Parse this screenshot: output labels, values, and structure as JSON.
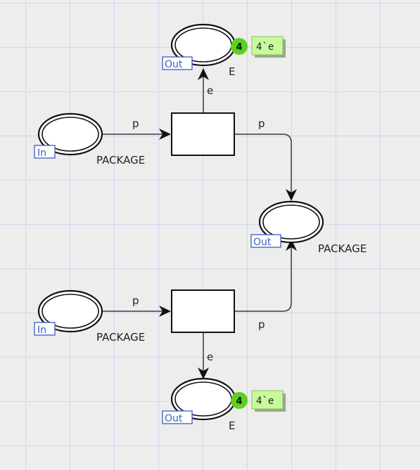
{
  "places": [
    {
      "id": "in_top",
      "type": "PACKAGE",
      "port": "In"
    },
    {
      "id": "out_top",
      "type": "E",
      "port": "Out",
      "token_count": "4",
      "marking": "4`e"
    },
    {
      "id": "out_middle",
      "type": "PACKAGE",
      "port": "Out"
    },
    {
      "id": "in_bottom",
      "type": "PACKAGE",
      "port": "In"
    },
    {
      "id": "out_bottom",
      "type": "E",
      "port": "Out",
      "token_count": "4",
      "marking": "4`e"
    }
  ],
  "arcs": [
    {
      "id": "a1",
      "inscription": "p"
    },
    {
      "id": "a2",
      "inscription": "e"
    },
    {
      "id": "a3",
      "inscription": "p"
    },
    {
      "id": "a4",
      "inscription": "p"
    },
    {
      "id": "a5",
      "inscription": "p"
    },
    {
      "id": "a6",
      "inscription": "e"
    }
  ],
  "colors": {
    "grid_line": "#d3d3ef",
    "background": "#ededed",
    "port_tag": "#3d5ec5",
    "token_badge": "#5cd11e",
    "marking_box": "#c8fa9c"
  }
}
